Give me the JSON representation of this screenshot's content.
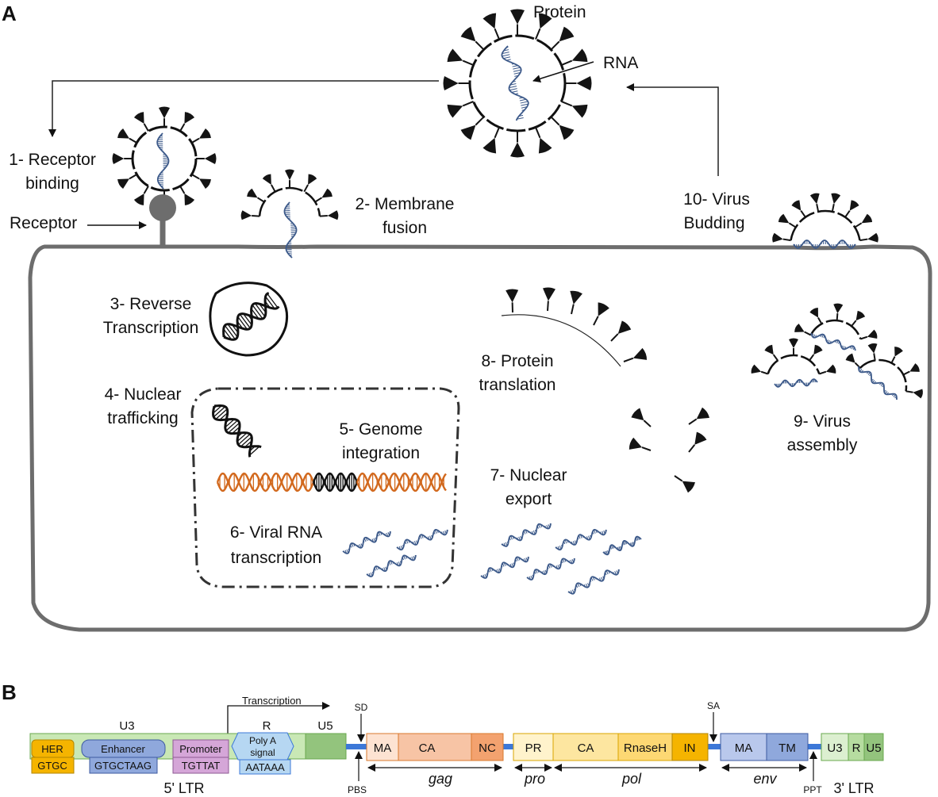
{
  "panel_a": {
    "letter": "A",
    "labels": {
      "protein": "Protein",
      "rna": "RNA",
      "receptor": "Receptor",
      "step1": [
        "1- Receptor",
        "binding"
      ],
      "step2": [
        "2- Membrane",
        "fusion"
      ],
      "step3": [
        "3- Reverse",
        "Transcription"
      ],
      "step4": [
        "4- Nuclear",
        "trafficking"
      ],
      "step5": [
        "5- Genome",
        "integration"
      ],
      "step6": [
        "6- Viral RNA",
        "transcription"
      ],
      "step7": [
        "7- Nuclear",
        "export"
      ],
      "step8": [
        "8- Protein",
        "translation"
      ],
      "step9": [
        "9- Virus",
        "assembly"
      ],
      "step10": [
        "10- Virus",
        "Budding"
      ]
    }
  },
  "panel_b": {
    "letter": "B",
    "transcription": "Transcription",
    "sd": "SD",
    "sa": "SA",
    "pbs": "PBS",
    "ppt": "PPT",
    "ltr5": {
      "name": "5' LTR",
      "u3": "U3",
      "r": "R",
      "u5": "U5",
      "her": "HER",
      "her_seq": "GTGC",
      "enhancer": "Enhancer",
      "enhancer_seq": "GTGCTAAG",
      "promoter": "Promoter",
      "promoter_seq": "TGTTAT",
      "polya": [
        "Poly A",
        "signal"
      ],
      "polya_seq": "AATAAA"
    },
    "gag": {
      "name": "gag",
      "segments": [
        "MA",
        "CA",
        "NC"
      ]
    },
    "pro": {
      "name": "pro",
      "segments": [
        "PR"
      ]
    },
    "pol": {
      "name": "pol",
      "segments": [
        "CA",
        "RnaseH",
        "IN"
      ]
    },
    "env": {
      "name": "env",
      "segments": [
        "MA",
        "TM"
      ]
    },
    "ltr3": {
      "name": "3' LTR",
      "segments": [
        "U3",
        "R",
        "U5"
      ]
    },
    "colors": {
      "cell_outline": "#6d6d6d",
      "rna": "#3d5a8a",
      "host_dna": "#d2691e",
      "spike": "#141414",
      "ltr_green": "#c9e8b5",
      "gag": "#f7b48f",
      "pol": "#fde6a0",
      "in_orange": "#f5b400",
      "env": "#8fa8dc",
      "connector": "#3c78d8"
    }
  }
}
